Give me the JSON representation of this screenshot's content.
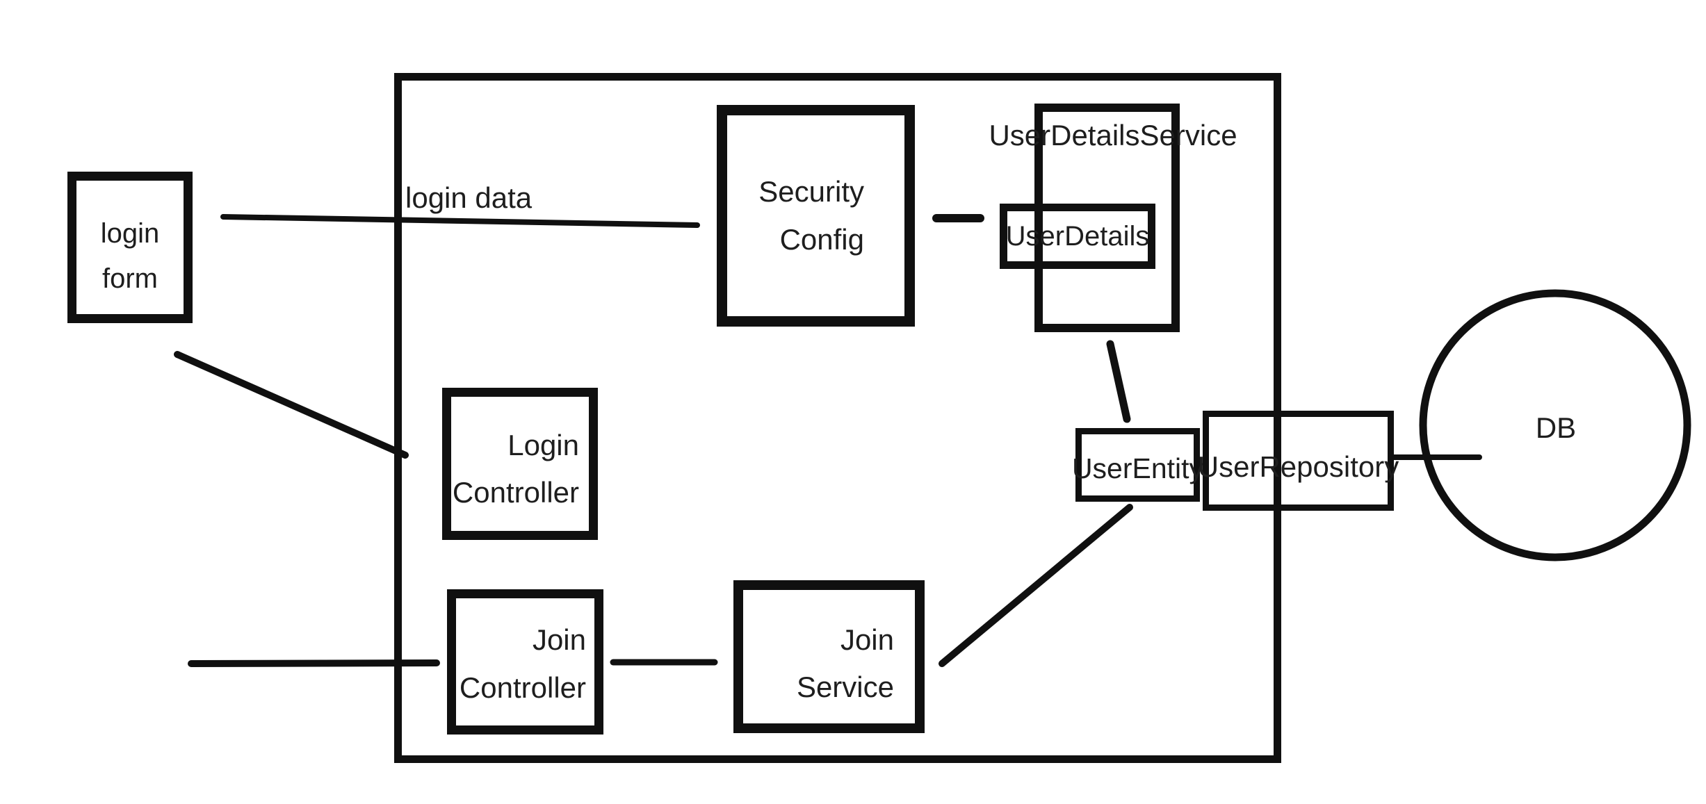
{
  "canvas": {
    "background_color": "#ffffff",
    "line_color": "#101010",
    "text_color": "#1e1e1e"
  },
  "diagram": {
    "nodes": {
      "login_form": {
        "lines": [
          "login",
          "form"
        ]
      },
      "security_config": {
        "lines": [
          "Security",
          "Config"
        ]
      },
      "user_details_service": {
        "label": "UserDetailsService"
      },
      "user_details": {
        "label": "UserDetails"
      },
      "login_controller": {
        "lines": [
          "Login",
          "Controller"
        ]
      },
      "join_controller": {
        "lines": [
          "Join",
          "Controller"
        ]
      },
      "join_service": {
        "lines": [
          "Join",
          "Service"
        ]
      },
      "user_entity": {
        "label": "UserEntity"
      },
      "user_repository": {
        "label": "UserRepository"
      },
      "db": {
        "label": "DB"
      }
    },
    "edge_labels": {
      "login_data": "login data"
    }
  }
}
